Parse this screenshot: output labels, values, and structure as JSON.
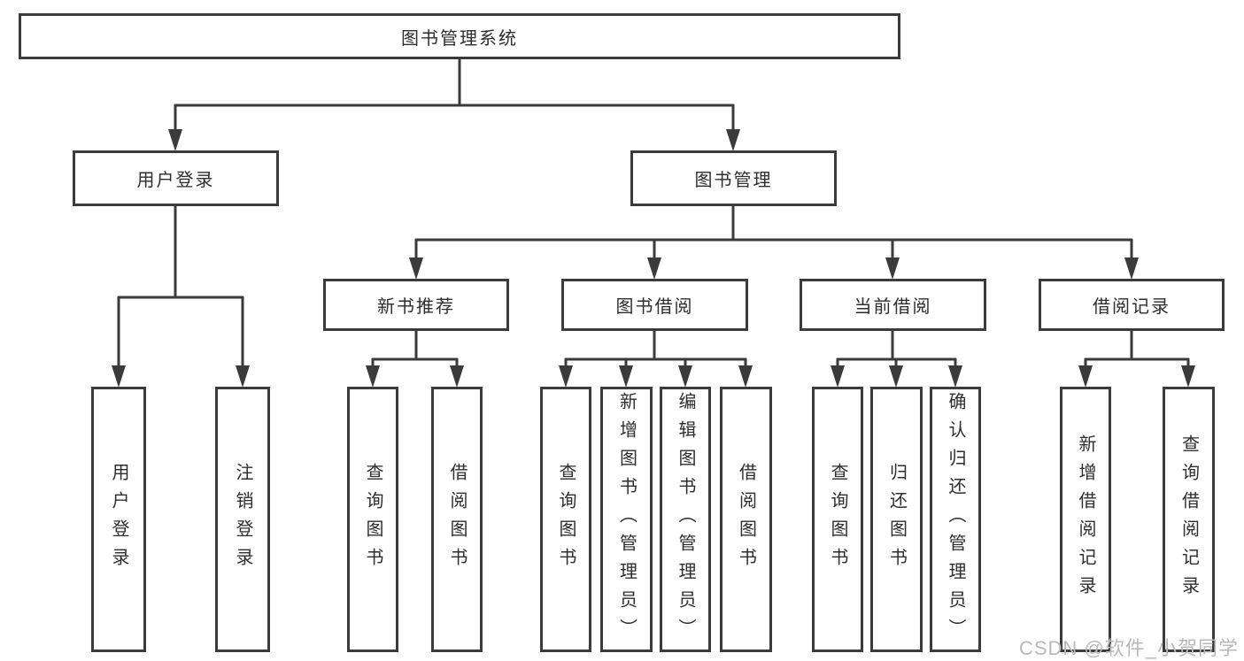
{
  "diagram": {
    "root": {
      "label": "图书管理系统"
    },
    "branches": [
      {
        "label": "用户登录",
        "children": [
          {
            "label": "用户登录"
          },
          {
            "label": "注销登录"
          }
        ]
      },
      {
        "label": "图书管理",
        "children": [
          {
            "label": "新书推荐",
            "children": [
              {
                "label": "查询图书"
              },
              {
                "label": "借阅图书"
              }
            ]
          },
          {
            "label": "图书借阅",
            "children": [
              {
                "label": "查询图书"
              },
              {
                "label": "新增图书（管理员）"
              },
              {
                "label": "编辑图书（管理员）"
              },
              {
                "label": "借阅图书"
              }
            ]
          },
          {
            "label": "当前借阅",
            "children": [
              {
                "label": "查询图书"
              },
              {
                "label": "归还图书"
              },
              {
                "label": "确认归还（管理员）"
              }
            ]
          },
          {
            "label": "借阅记录",
            "children": [
              {
                "label": "新增借阅记录"
              },
              {
                "label": "查询借阅记录"
              }
            ]
          }
        ]
      }
    ],
    "colors": {
      "line": "#3b3b3b",
      "text": "#2d2d2d",
      "background": "#ffffff",
      "watermark_text": "#b9b9b9"
    },
    "watermark": "CSDN @软件_小贺同学"
  }
}
